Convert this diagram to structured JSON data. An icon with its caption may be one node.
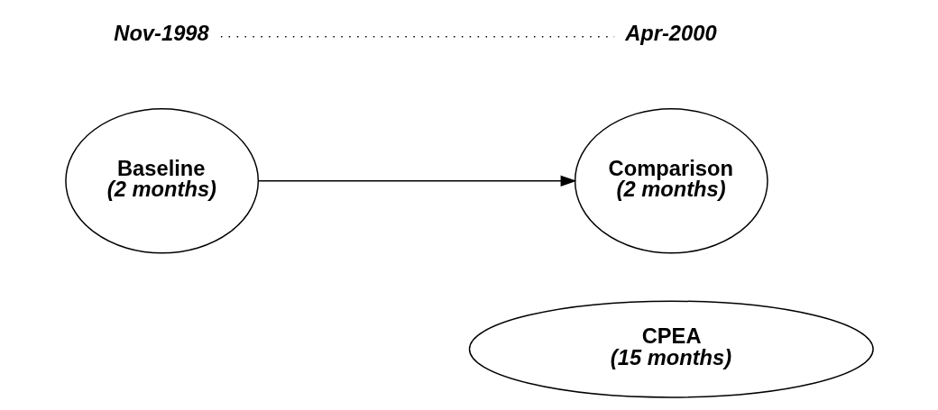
{
  "diagram": {
    "nodes": [
      {
        "text": [
          "CPEA",
          "(15 months)"
        ]
      },
      {
        "text": [
          "Baseline",
          "(2 months)"
        ]
      },
      {
        "text": [
          "Comparison",
          "(2 months)"
        ]
      },
      {
        "text": [
          "Nov-1998"
        ]
      },
      {
        "text": [
          "Apr-2000"
        ]
      }
    ],
    "edges": [
      {
        "from": 1,
        "to": 2,
        "arrow": "to"
      },
      {
        "from": 3,
        "to": 4,
        "arrow": "none",
        "style": "dashed"
      }
    ]
  }
}
